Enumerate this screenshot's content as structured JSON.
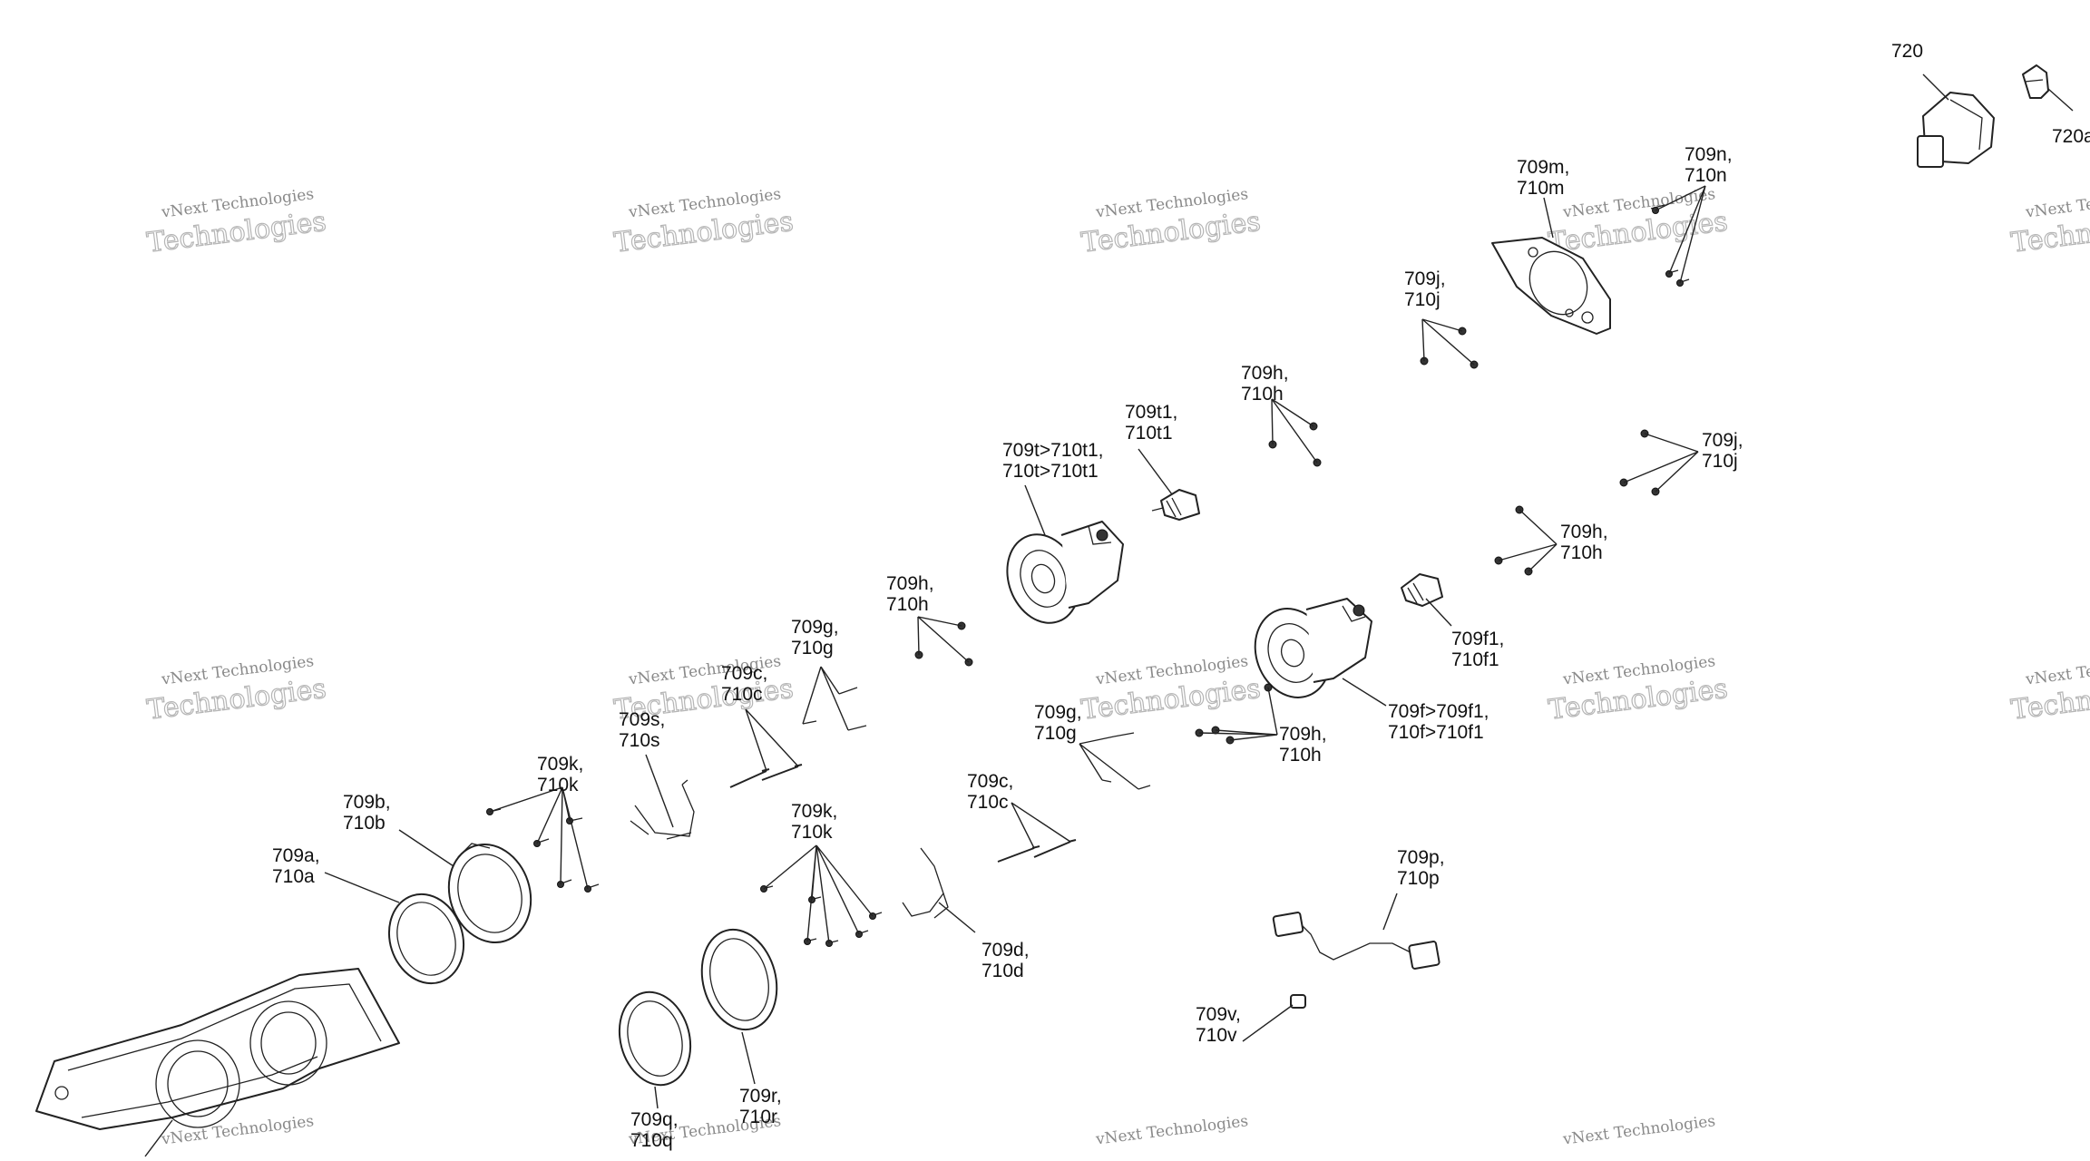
{
  "watermark": {
    "line1": "vNext Technologies",
    "line2": "Technologies"
  },
  "colors": {
    "ink": "#222222",
    "watermark": "#b5b5b5",
    "background": "#ffffff"
  },
  "callouts": {
    "c720": "720",
    "c720a": "720a",
    "c709m": [
      "709m,",
      "710m"
    ],
    "c709n": [
      "709n,",
      "710n"
    ],
    "c709j_top": [
      "709j,",
      "710j"
    ],
    "c709h_top": [
      "709h,",
      "710h"
    ],
    "c709t1": [
      "709t1,",
      "710t1"
    ],
    "c709t": [
      "709t>710t1,",
      "710t>710t1"
    ],
    "c709j_right": [
      "709j,",
      "710j"
    ],
    "c709h_right": [
      "709h,",
      "710h"
    ],
    "c709f1": [
      "709f1,",
      "710f1"
    ],
    "c709f": [
      "709f>709f1,",
      "710f>710f1"
    ],
    "c709h_mid": [
      "709h,",
      "710h"
    ],
    "c709h_low": [
      "709h,",
      "710h"
    ],
    "c709g_top": [
      "709g,",
      "710g"
    ],
    "c709g_low": [
      "709g,",
      "710g"
    ],
    "c709c_top": [
      "709c,",
      "710c"
    ],
    "c709c_low": [
      "709c,",
      "710c"
    ],
    "c709s": [
      "709s,",
      "710s"
    ],
    "c709k_top": [
      "709k,",
      "710k"
    ],
    "c709k_low": [
      "709k,",
      "710k"
    ],
    "c709b": [
      "709b,",
      "710b"
    ],
    "c709a": [
      "709a,",
      "710a"
    ],
    "c709d": [
      "709d,",
      "710d"
    ],
    "c709p": [
      "709p,",
      "710p"
    ],
    "c709v": [
      "709v,",
      "710v"
    ],
    "c709q": [
      "709q,",
      "710q"
    ],
    "c709r": [
      "709r,",
      "710r"
    ]
  }
}
